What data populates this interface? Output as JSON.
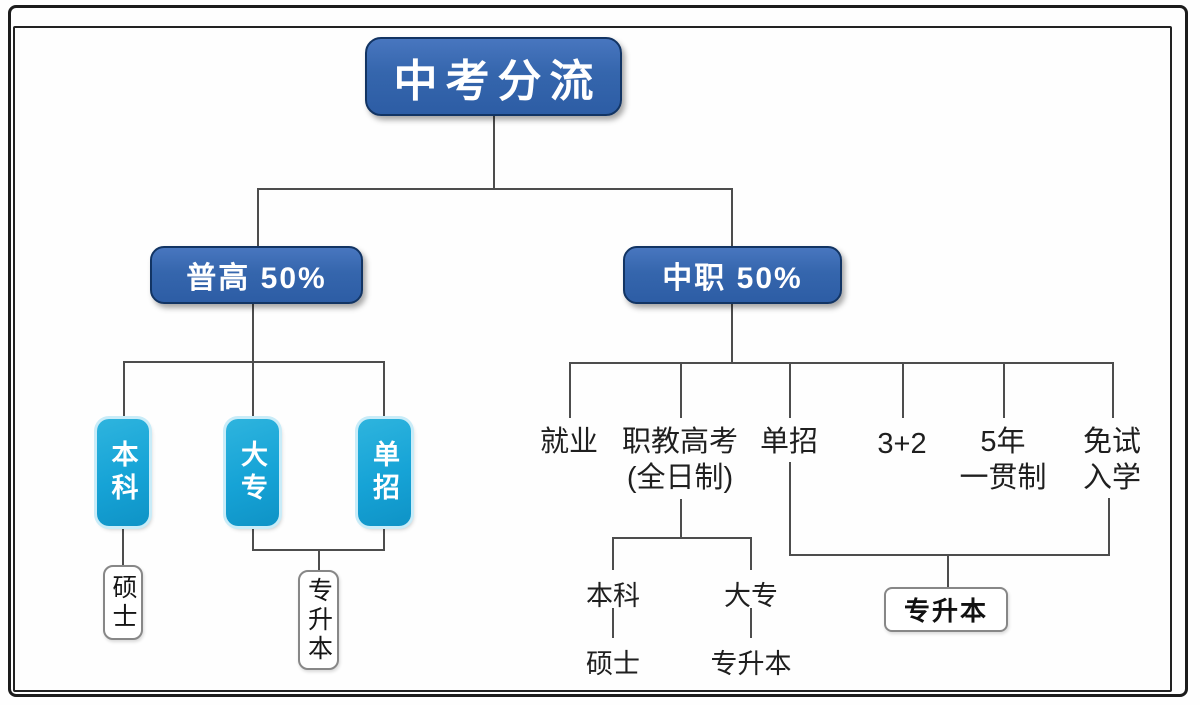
{
  "diagram": {
    "title": "中考分流",
    "left_branch": {
      "label": "普高 50%",
      "children": [
        "本科",
        "大专",
        "单招"
      ],
      "master_label": "硕士",
      "upgrade_label": "专升本"
    },
    "right_branch": {
      "label": "中职 50%",
      "children": [
        {
          "line1": "就业",
          "line2": ""
        },
        {
          "line1": "职教高考",
          "line2": "(全日制)"
        },
        {
          "line1": "单招",
          "line2": ""
        },
        {
          "line1": "3+2",
          "line2": ""
        },
        {
          "line1": "5年",
          "line2": "一贯制"
        },
        {
          "line1": "免试",
          "line2": "入学"
        }
      ],
      "exam_path": {
        "benke": "本科",
        "dazhuan": "大专",
        "shuoshi": "硕士",
        "zhuanshengben": "专升本"
      },
      "upgrade_label": "专升本"
    },
    "colors": {
      "primary_blue": "#3566ad",
      "blue_border": "#123463",
      "cyan": "#16a3d6",
      "cyan_glow": "#c9ecf8",
      "line": "#4d4d4d",
      "text": "#1f1f1f"
    }
  }
}
